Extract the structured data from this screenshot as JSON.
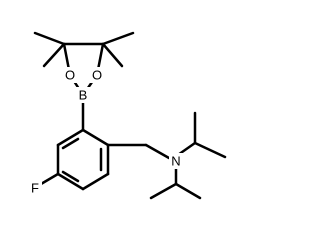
{
  "molecule": {
    "atoms": {
      "oxygen_left": "O",
      "oxygen_right": "O",
      "boron": "B",
      "nitrogen": "N",
      "fluorine": "F"
    },
    "colors": {
      "bond": "#000000",
      "label": "#000000",
      "background": "#ffffff"
    }
  }
}
